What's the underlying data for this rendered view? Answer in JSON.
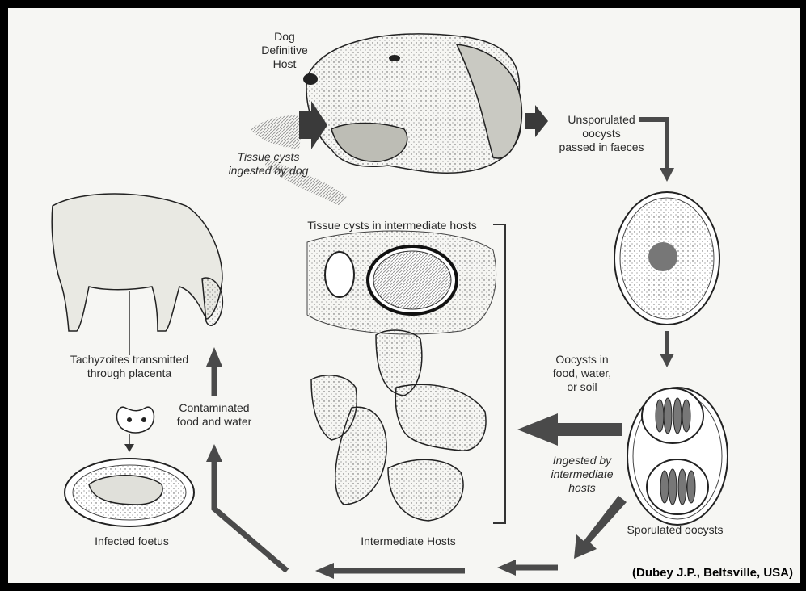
{
  "labels": {
    "dog_host": [
      "Dog",
      "Definitive",
      "Host"
    ],
    "unsporulated": [
      "Unsporulated",
      "oocysts",
      "passed in faeces"
    ],
    "tissue_ingested": [
      "Tissue cysts",
      "ingested by dog"
    ],
    "tissue_intermediate": "Tissue cysts in intermediate hosts",
    "tachyzoites": [
      "Tachyzoites transmitted",
      "through placenta"
    ],
    "contaminated": [
      "Contaminated",
      "food and water"
    ],
    "oocysts_food": [
      "Oocysts in",
      "food, water,",
      "or soil"
    ],
    "ingested_intermediate": [
      "Ingested by",
      "intermediate",
      "hosts"
    ],
    "infected_foetus": "Infected foetus",
    "intermediate_hosts": "Intermediate Hosts",
    "sporulated": "Sporulated oocysts",
    "credit": "(Dubey J.P., Beltsville, USA)"
  },
  "colors": {
    "frame": "#000000",
    "background": "#f6f6f3",
    "arrow": "#4a4a4a",
    "ink": "#2a2a2a"
  },
  "icons": [
    "dog-head-illustration",
    "cow-illustration",
    "oocyst-unsporulated",
    "oocyst-sporulated",
    "tissue-cyst",
    "intermediate-hosts-group",
    "foetus",
    "placenta-icon"
  ]
}
